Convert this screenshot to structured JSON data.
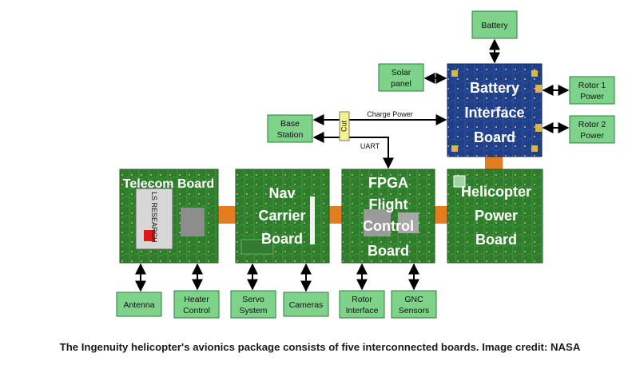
{
  "colors": {
    "green_box": "#7fd28a",
    "green_border": "#2e7d3a",
    "pcb_green": "#2f7d2c",
    "pcb_blue": "#1f3f86",
    "flex": "#e37d1f",
    "cut_tag": "#f4f48a"
  },
  "boards": {
    "telecom": "Telecom Board",
    "nav": [
      "Nav",
      "Carrier",
      "Board"
    ],
    "fpga": [
      "FPGA",
      "Flight",
      "Control",
      "Board"
    ],
    "helicopter": [
      "Helicopter",
      "Power",
      "Board"
    ],
    "battery": [
      "Battery",
      "Interface",
      "Board"
    ]
  },
  "boxes": {
    "battery": "Battery",
    "solar_panel": [
      "Solar",
      "panel"
    ],
    "rotor1_power": [
      "Rotor 1",
      "Power"
    ],
    "rotor2_power": [
      "Rotor 2",
      "Power"
    ],
    "base_station": [
      "Base",
      "Station"
    ],
    "antenna": "Antenna",
    "heater_control": [
      "Heater",
      "Control"
    ],
    "servo_system": [
      "Servo",
      "System"
    ],
    "cameras": "Cameras",
    "rotor_interface": [
      "Rotor",
      "Interface"
    ],
    "gnc_sensors": [
      "GNC",
      "Sensors"
    ]
  },
  "links": {
    "charge_power": "Charge Power",
    "uart": "UART",
    "cut": "Cut"
  },
  "chip_text": "LS RESEARCH",
  "caption": "The Ingenuity helicopter's avionics package consists of five interconnected boards. Image credit: NASA"
}
